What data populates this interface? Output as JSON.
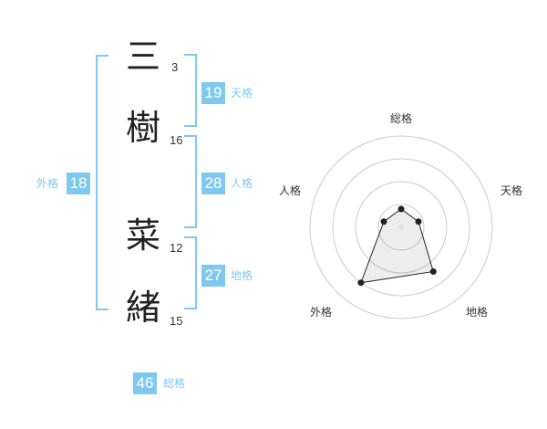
{
  "name": {
    "characters": [
      {
        "char": "三",
        "strokes": "3"
      },
      {
        "char": "樹",
        "strokes": "16"
      },
      {
        "char": "菜",
        "strokes": "12"
      },
      {
        "char": "緒",
        "strokes": "15"
      }
    ]
  },
  "fortunes": {
    "tenkaku": {
      "value": "19",
      "label": "天格"
    },
    "jinkaku": {
      "value": "28",
      "label": "人格"
    },
    "chikaku": {
      "value": "27",
      "label": "地格"
    },
    "gaikaku": {
      "value": "18",
      "label": "外格"
    },
    "soukaku": {
      "value": "46",
      "label": "総格"
    }
  },
  "colors": {
    "accent": "#7fc8f0",
    "text": "#222222",
    "label": "#333333",
    "grid": "#cccccc"
  },
  "chart_data": {
    "type": "radar",
    "axes": [
      "総格",
      "天格",
      "地格",
      "外格",
      "人格"
    ],
    "values": [
      0.2,
      0.2,
      0.6,
      0.75,
      0.2
    ],
    "rings": 4,
    "range": [
      0,
      1
    ]
  }
}
